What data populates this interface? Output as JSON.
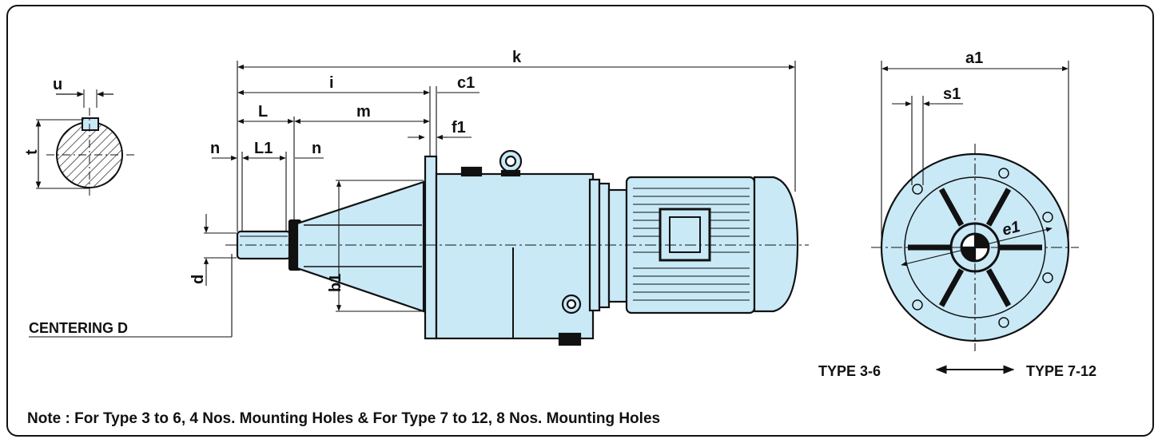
{
  "labels": {
    "u": "u",
    "t": "t",
    "k": "k",
    "i": "i",
    "c1": "c1",
    "L": "L",
    "m": "m",
    "f1": "f1",
    "n_left": "n",
    "L1": "L1",
    "n_right": "n",
    "d": "d",
    "b1": "b1",
    "a1": "a1",
    "s1": "s1",
    "e1": "e1"
  },
  "centering": "CENTERING D",
  "types": {
    "left": "TYPE 3-6",
    "right": "TYPE 7-12"
  },
  "note": "Note : For Type 3 to 6, 4 Nos. Mounting Holes & For Type 7 to 12, 8 Nos. Mounting Holes",
  "colors": {
    "fill": "#c9e9f6",
    "line": "#111111"
  },
  "icons": {
    "arrow": "double-arrow-icon"
  }
}
